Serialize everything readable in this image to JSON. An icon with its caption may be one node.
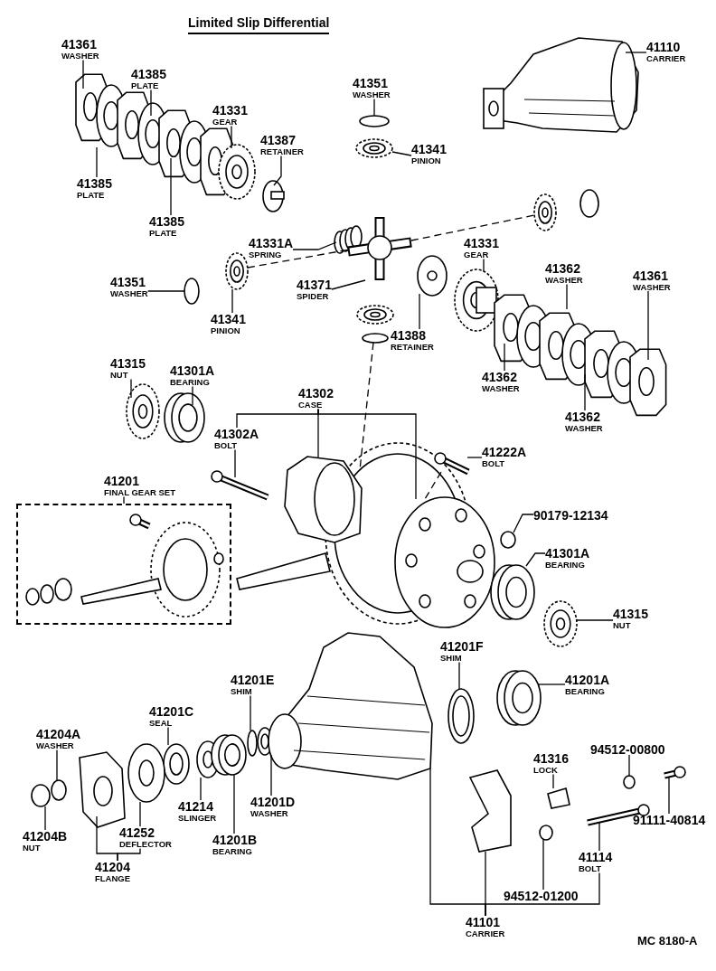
{
  "diagram": {
    "title": "Limited Slip Differential",
    "nodes": [
      {
        "text": [
          "41361",
          "WASHER"
        ]
      },
      {
        "text": [
          "41385",
          "PLATE"
        ]
      },
      {
        "text": [
          "41331",
          "GEAR"
        ]
      },
      {
        "text": [
          "41387",
          "RETAINER"
        ]
      },
      {
        "text": [
          "41385",
          "PLATE"
        ]
      },
      {
        "text": [
          "41385",
          "PLATE"
        ]
      },
      {
        "text": [
          "41351",
          "WASHER"
        ]
      },
      {
        "text": [
          "41341",
          "PINION"
        ]
      },
      {
        "text": [
          "41110",
          "CARRIER"
        ]
      },
      {
        "text": [
          "41331A",
          "SPRING"
        ]
      },
      {
        "text": [
          "41331",
          "GEAR"
        ]
      },
      {
        "text": [
          "41351",
          "WASHER"
        ]
      },
      {
        "text": [
          "41371",
          "SPIDER"
        ]
      },
      {
        "text": [
          "41341",
          "PINION"
        ]
      },
      {
        "text": [
          "41362",
          "WASHER"
        ]
      },
      {
        "text": [
          "41361",
          "WASHER"
        ]
      },
      {
        "text": [
          "41388",
          "RETAINER"
        ]
      },
      {
        "text": [
          "41362",
          "WASHER"
        ]
      },
      {
        "text": [
          "41362",
          "WASHER"
        ]
      },
      {
        "text": [
          "41315",
          "NUT"
        ]
      },
      {
        "text": [
          "41301A",
          "BEARING"
        ]
      },
      {
        "text": [
          "41302",
          "CASE"
        ]
      },
      {
        "text": [
          "41302A",
          "BOLT"
        ]
      },
      {
        "text": [
          "41222A",
          "BOLT"
        ]
      },
      {
        "text": [
          "41201",
          "FINAL GEAR SET"
        ]
      },
      {
        "text": [],
        "shape": "box"
      },
      {
        "text": [
          "90179-12134"
        ]
      },
      {
        "text": [
          "41301A",
          "BEARING"
        ]
      },
      {
        "text": [
          "41315",
          "NUT"
        ]
      },
      {
        "text": [
          "41201F",
          "SHIM"
        ]
      },
      {
        "text": [
          "41201A",
          "BEARING"
        ]
      },
      {
        "text": [
          "41201E",
          "SHIM"
        ]
      },
      {
        "text": [
          "41201C",
          "SEAL"
        ]
      },
      {
        "text": [
          "41204A",
          "WASHER"
        ]
      },
      {
        "text": [
          "94512-00800"
        ]
      },
      {
        "text": [
          "41316",
          "LOCK"
        ]
      },
      {
        "text": [
          "41204B",
          "NUT"
        ]
      },
      {
        "text": [
          "41214",
          "SLINGER"
        ]
      },
      {
        "text": [
          "41201D",
          "WASHER"
        ]
      },
      {
        "text": [
          "41252",
          "DEFLECTOR"
        ]
      },
      {
        "text": [
          "41201B",
          "BEARING"
        ]
      },
      {
        "text": [
          "91111-40814"
        ]
      },
      {
        "text": [
          "41114",
          "BOLT"
        ]
      },
      {
        "text": [
          "94512-01200"
        ]
      },
      {
        "text": [
          "41204",
          "FLANGE"
        ]
      },
      {
        "text": [
          "41101",
          "CARRIER"
        ]
      },
      {
        "text": [],
        "shape": "picture"
      },
      {
        "text": [],
        "shape": "picture"
      },
      {
        "text": [],
        "shape": "picture"
      },
      {
        "text": [],
        "shape": "circle"
      },
      {
        "text": [],
        "shape": "picture"
      },
      {
        "text": [],
        "shape": "picture"
      },
      {
        "text": [],
        "shape": "picture"
      },
      {
        "text": [],
        "shape": "picture"
      },
      {
        "text": [],
        "shape": "picture"
      },
      {
        "text": [],
        "shape": "circle"
      },
      {
        "text": [],
        "shape": "picture"
      },
      {
        "text": [],
        "shape": "picture"
      },
      {
        "text": [],
        "shape": "picture"
      },
      {
        "text": [],
        "shape": "picture"
      },
      {
        "text": [],
        "shape": "picture"
      },
      {
        "text": [],
        "shape": "picture"
      },
      {
        "text": [],
        "shape": "picture"
      },
      {
        "text": [],
        "shape": "picture"
      },
      {
        "text": [],
        "shape": "picture"
      },
      {
        "text": [],
        "shape": "circle"
      },
      {
        "text": [],
        "shape": "picture"
      },
      {
        "text": [],
        "shape": "picture"
      },
      {
        "text": [],
        "shape": "picture"
      },
      {
        "text": [],
        "shape": "picture"
      },
      {
        "text": [],
        "shape": "circle"
      },
      {
        "text": [],
        "shape": "picture"
      },
      {
        "text": [],
        "shape": "circle"
      },
      {
        "text": [],
        "shape": "circle"
      },
      {
        "text": [],
        "shape": "picture"
      },
      {
        "text": [],
        "shape": "picture"
      },
      {
        "text": [],
        "shape": "picture"
      },
      {
        "text": [],
        "shape": "picture"
      },
      {
        "text": [],
        "shape": "picture"
      },
      {
        "text": [],
        "shape": "picture"
      },
      {
        "text": [],
        "shape": "circle"
      },
      {
        "text": [],
        "shape": "picture"
      },
      {
        "text": [],
        "shape": "picture"
      },
      {
        "text": [],
        "shape": "picture"
      },
      {
        "text": [],
        "shape": "picture"
      },
      {
        "text": [],
        "shape": "picture"
      },
      {
        "text": [],
        "shape": "circle"
      },
      {
        "text": [],
        "shape": "picture"
      }
    ],
    "edges": [
      {
        "from": 0,
        "to": 46,
        "arrow": "none"
      },
      {
        "from": 1,
        "to": 46,
        "arrow": "none"
      },
      {
        "from": 2,
        "to": 47,
        "arrow": "none"
      },
      {
        "from": 3,
        "to": 48,
        "arrow": "none"
      },
      {
        "from": 4,
        "to": 46,
        "arrow": "none"
      },
      {
        "from": 5,
        "to": 46,
        "arrow": "none"
      },
      {
        "from": 6,
        "to": 49,
        "arrow": "none"
      },
      {
        "from": 7,
        "to": 50,
        "arrow": "none"
      },
      {
        "from": 8,
        "to": 51,
        "arrow": "none"
      },
      {
        "from": 9,
        "to": 52,
        "arrow": "none"
      },
      {
        "from": 10,
        "to": 57,
        "arrow": "none"
      },
      {
        "from": 11,
        "to": 55,
        "arrow": "none"
      },
      {
        "from": 12,
        "to": 53,
        "arrow": "none"
      },
      {
        "from": 13,
        "to": 54,
        "arrow": "none"
      },
      {
        "from": 14,
        "to": 58,
        "arrow": "none"
      },
      {
        "from": 15,
        "to": 58,
        "arrow": "none"
      },
      {
        "from": 16,
        "to": 56,
        "arrow": "none"
      },
      {
        "from": 17,
        "to": 58,
        "arrow": "none"
      },
      {
        "from": 18,
        "to": 58,
        "arrow": "none"
      },
      {
        "from": 19,
        "to": 59,
        "arrow": "none"
      },
      {
        "from": 20,
        "to": 60,
        "arrow": "none"
      },
      {
        "from": 21,
        "to": 22,
        "arrow": "none"
      },
      {
        "from": 21,
        "to": 62,
        "arrow": "none"
      },
      {
        "from": 21,
        "to": 63,
        "arrow": "none"
      },
      {
        "from": 22,
        "to": 61,
        "arrow": "none"
      },
      {
        "from": 23,
        "to": 64,
        "arrow": "none"
      },
      {
        "from": 24,
        "to": 25,
        "arrow": "none"
      },
      {
        "from": 26,
        "to": 65,
        "arrow": "none"
      },
      {
        "from": 27,
        "to": 66,
        "arrow": "none"
      },
      {
        "from": 28,
        "to": 67,
        "arrow": "none"
      },
      {
        "from": 29,
        "to": 68,
        "arrow": "none"
      },
      {
        "from": 30,
        "to": 69,
        "arrow": "none"
      },
      {
        "from": 31,
        "to": 70,
        "arrow": "none"
      },
      {
        "from": 32,
        "to": 71,
        "arrow": "none"
      },
      {
        "from": 33,
        "to": 72,
        "arrow": "none"
      },
      {
        "from": 34,
        "to": 73,
        "arrow": "none"
      },
      {
        "from": 35,
        "to": 74,
        "arrow": "none"
      },
      {
        "from": 36,
        "to": 75,
        "arrow": "none"
      },
      {
        "from": 37,
        "to": 76,
        "arrow": "none"
      },
      {
        "from": 38,
        "to": 77,
        "arrow": "none"
      },
      {
        "from": 39,
        "to": 78,
        "arrow": "none"
      },
      {
        "from": 40,
        "to": 79,
        "arrow": "none"
      },
      {
        "from": 41,
        "to": 80,
        "arrow": "none"
      },
      {
        "from": 42,
        "to": 81,
        "arrow": "none"
      },
      {
        "from": 43,
        "to": 82,
        "arrow": "none"
      },
      {
        "from": 44,
        "to": 83,
        "arrow": "none"
      },
      {
        "from": 44,
        "to": 39,
        "arrow": "none"
      },
      {
        "from": 45,
        "to": 84,
        "arrow": "none"
      },
      {
        "from": 45,
        "to": 85,
        "arrow": "none"
      },
      {
        "from": 45,
        "to": 42,
        "arrow": "none"
      },
      {
        "from": 54,
        "to": 53,
        "arrow": "none",
        "style": "dashed"
      },
      {
        "from": 53,
        "to": 87,
        "arrow": "none",
        "style": "dashed"
      },
      {
        "from": 86,
        "to": 62,
        "arrow": "none",
        "style": "dashed"
      },
      {
        "from": 64,
        "to": 63,
        "arrow": "none",
        "style": "dashed"
      }
    ],
    "labels": [
      "MC 8180-A"
    ]
  }
}
